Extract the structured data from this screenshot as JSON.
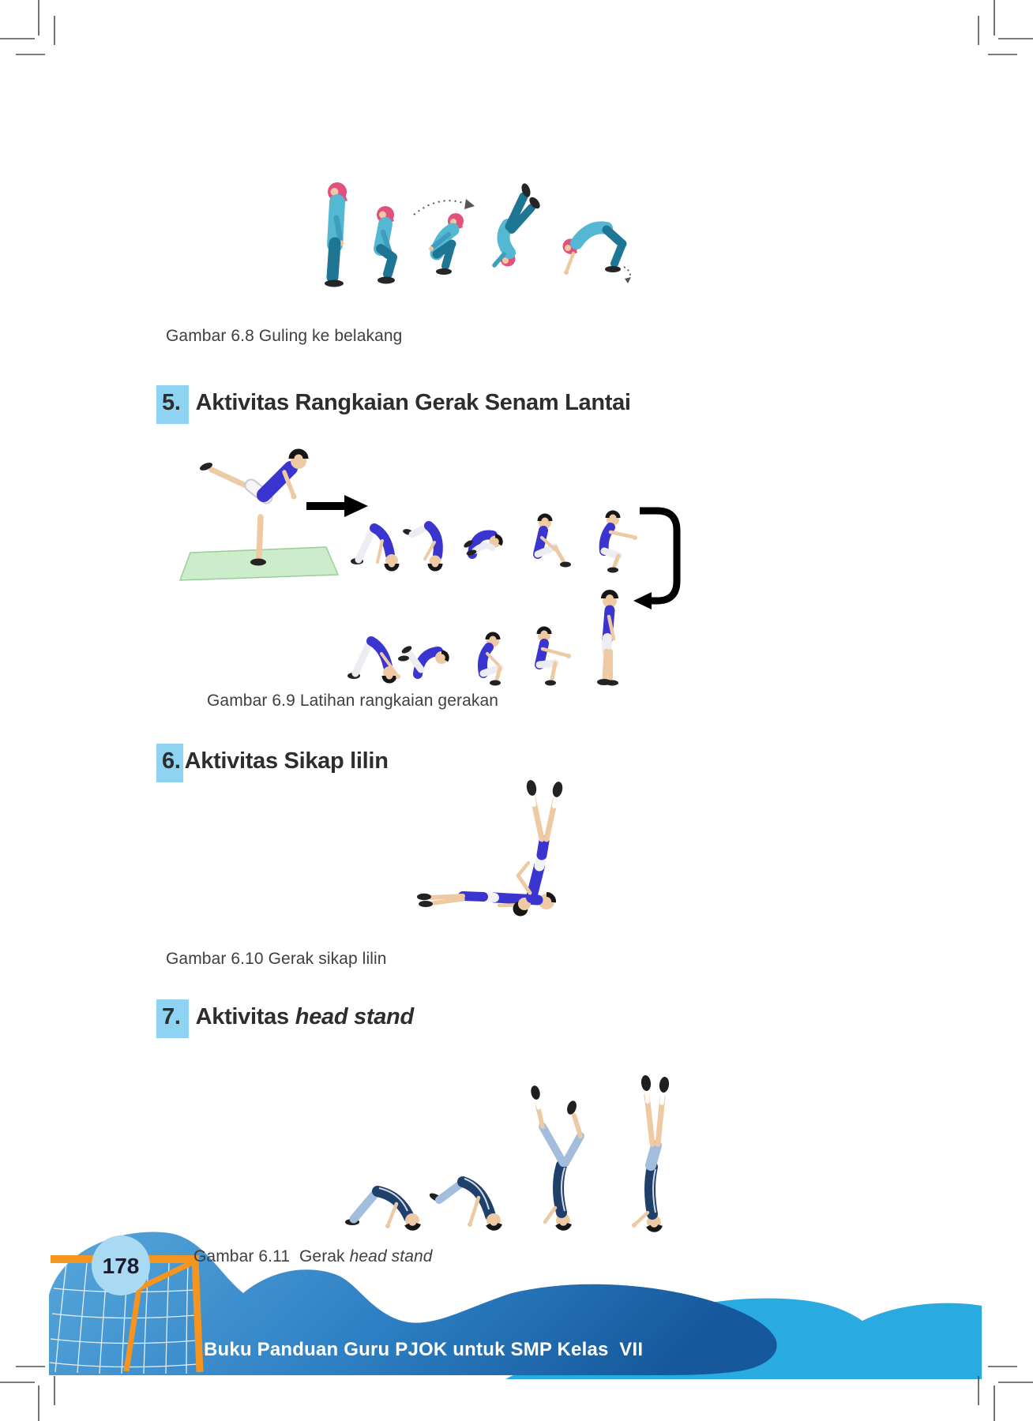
{
  "page": {
    "number": "178",
    "footer": "Buku Panduan Guru PJOK untuk SMP Kelas  VII"
  },
  "content": {
    "caption_6_8": "Gambar 6.8 Guling ke belakang",
    "heading_5_number": "5.",
    "heading_5_title": "Aktivitas Rangkaian Gerak Senam Lantai",
    "caption_6_9": "Gambar 6.9 Latihan rangkaian gerakan",
    "heading_6_number": "6.",
    "heading_6_title": "Aktivitas Sikap lilin",
    "caption_6_10": "Gambar 6.10 Gerak sikap lilin",
    "heading_7_number": "7.",
    "heading_7_title": "Aktivitas",
    "heading_7_title_italic": "head stand",
    "caption_6_11_prefix": "Gambar 6.11  Gerak ",
    "caption_6_11_italic": "head stand"
  },
  "colors": {
    "heading_highlight": "#8ed3f1",
    "footer_wave_cyan": "#29abe2",
    "footer_band_blue_light": "#58a7dc",
    "footer_band_blue_dark": "#15599c",
    "goal_orange": "#f5941f",
    "page_number_circle": "#a8daf3"
  }
}
